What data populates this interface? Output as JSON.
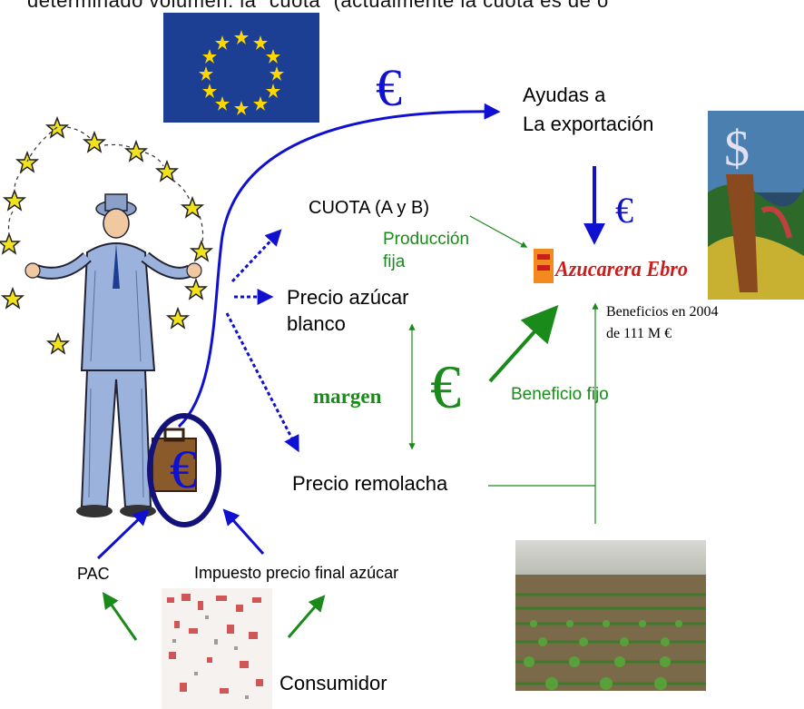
{
  "header_text": "determinado volumen: la “cuota” (actualmente la cuota es de ó",
  "labels": {
    "euro_top": "€",
    "ayudas_line1": "Ayudas a",
    "ayudas_line2": "La exportación",
    "euro_right": "€",
    "cuota": "CUOTA (A y B)",
    "produccion_line1": "Producción",
    "produccion_line2": "fija",
    "precio_azucar_line1": "Precio azúcar",
    "precio_azucar_line2": "blanco",
    "margen": "margen",
    "euro_margen": "€",
    "beneficio_fijo": "Beneficio fijo",
    "beneficios_line1": "Beneficios en 2004",
    "beneficios_line2": "de 111 M €",
    "precio_remolacha": "Precio remolacha",
    "euro_circle": "€",
    "pac": "PAC",
    "impuesto": "Impuesto precio final azúcar",
    "consumidor": "Consumidor",
    "logo_text": "Azucarera Ebro"
  },
  "colors": {
    "blue": "#1010d0",
    "dark_blue": "#12127a",
    "green": "#1a8a1a",
    "flag_blue": "#1c3f94",
    "star_yellow": "#ffd700",
    "logo_red": "#c81e1e",
    "logo_orange": "#f28a1e"
  },
  "icons": [
    "eu-flag-icon",
    "juggler-illustration",
    "beet-field-photo",
    "dollar-painting",
    "consumer-illustration",
    "azucarera-ebro-logo"
  ]
}
